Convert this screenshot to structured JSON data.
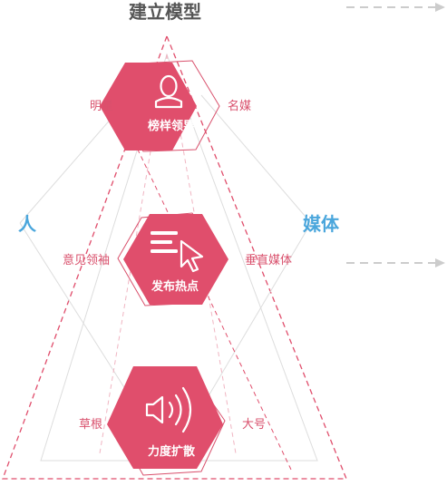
{
  "title": "建立模型",
  "left_axis": "人",
  "right_axis": "媒体",
  "colors": {
    "hex_fill": "#e04e6c",
    "accent_pink": "#d9506c",
    "side_blue": "#4aa6dc",
    "arrow_gray": "#cccccc",
    "title_gray": "#555555"
  },
  "tiers": [
    {
      "label": "榜样领导",
      "left": "明星",
      "right": "名媒",
      "icon": "person-icon"
    },
    {
      "label": "发布热点",
      "left": "意见领袖",
      "right": "垂直媒体",
      "icon": "cursor-text-icon"
    },
    {
      "label": "力度扩散",
      "left": "草根",
      "right": "大号",
      "icon": "speaker-icon"
    }
  ]
}
